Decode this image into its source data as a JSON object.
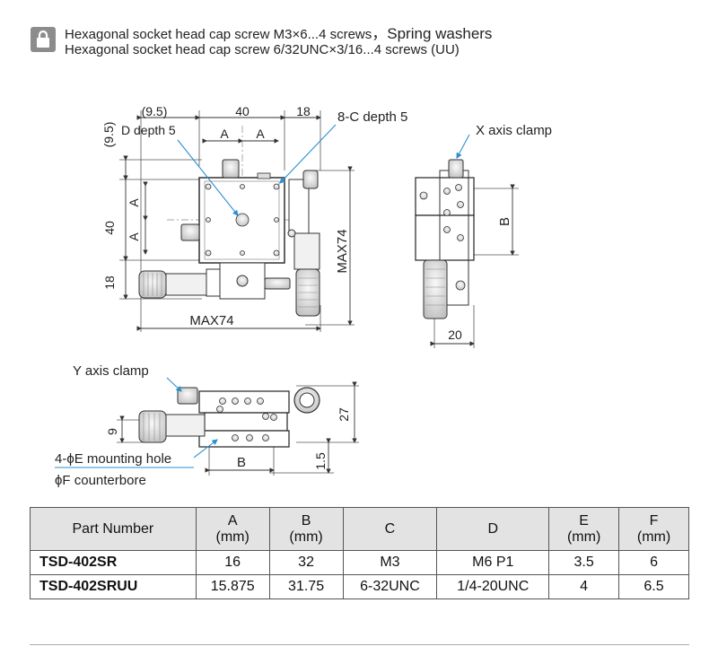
{
  "notes": {
    "line1_main": "Hexagonal socket head cap screw M3×6...4 screws",
    "line1_extra": "，Spring washers",
    "line2": "Hexagonal socket head cap screw 6/32UNC×3/16...4 screws (UU)"
  },
  "top_view": {
    "dim_95_top": "(9.5)",
    "dim_40_top": "40",
    "dim_18_top": "18",
    "dim_95_side": "(9.5)",
    "d_depth": "D depth 5",
    "c_depth": "8-C depth 5",
    "a_top_1": "A",
    "a_top_2": "A",
    "a_left_1": "A",
    "a_left_2": "A",
    "dim_40_left": "40",
    "dim_18_left": "18",
    "max74_bottom": "MAX74",
    "max74_right": "MAX74"
  },
  "side_view": {
    "x_clamp": "X axis clamp",
    "b": "B",
    "dim_20": "20"
  },
  "front_view": {
    "y_clamp": "Y axis clamp",
    "dim_27": "27",
    "dim_9": "9",
    "dim_15": "1.5",
    "b": "B",
    "mount_hole": "4-ϕE mounting hole",
    "counterbore": "ϕF counterbore"
  },
  "table": {
    "headers": {
      "part": "Part Number",
      "a": "A",
      "a_unit": "(mm)",
      "b": "B",
      "b_unit": "(mm)",
      "c": "C",
      "d": "D",
      "e": "E",
      "e_unit": "(mm)",
      "f": "F",
      "f_unit": "(mm)"
    },
    "rows": [
      {
        "part": "TSD-402SR",
        "a": "16",
        "b": "32",
        "c": "M3",
        "d": "M6 P1",
        "e": "3.5",
        "f": "6"
      },
      {
        "part": "TSD-402SRUU",
        "a": "15.875",
        "b": "31.75",
        "c": "6-32UNC",
        "d": "1/4-20UNC",
        "e": "4",
        "f": "6.5"
      }
    ]
  },
  "colors": {
    "leader": "#2b8fd0",
    "icon": "#8c8c8c",
    "table_header": "#e3e3e3"
  },
  "icons": {
    "header": "lock-icon"
  }
}
